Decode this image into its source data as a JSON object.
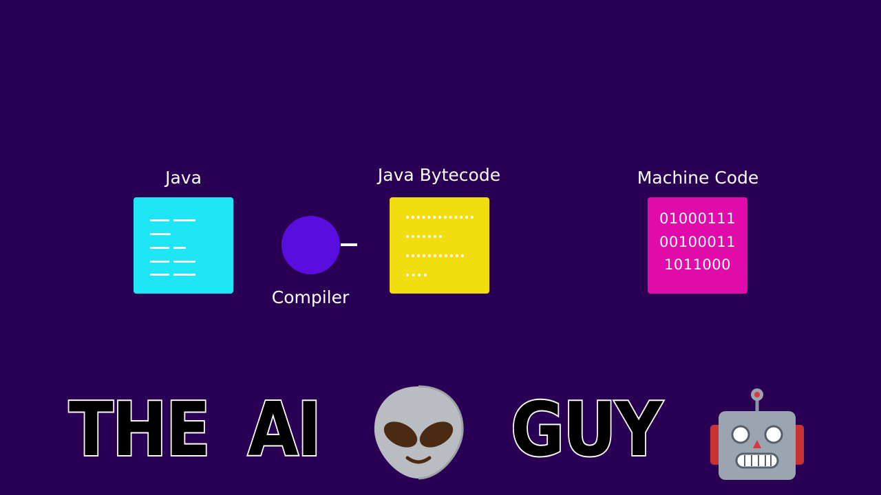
{
  "diagram": {
    "stages": {
      "source": {
        "label": "Java",
        "color": "#1ee6f7"
      },
      "compiler": {
        "label": "Compiler",
        "color": "#5a0ddf"
      },
      "bytecode": {
        "label": "Java Bytecode",
        "color": "#f2dd10"
      },
      "machine": {
        "label": "Machine Code",
        "color": "#e10aab",
        "lines": [
          "01000111",
          "00100011",
          "1011000"
        ]
      }
    }
  },
  "banner": {
    "word1": "THE",
    "word2": "AI",
    "word3": "GUY",
    "icons": [
      "alien-emoji-icon",
      "robot-emoji-icon"
    ]
  },
  "colors": {
    "background": "#2a0055"
  }
}
